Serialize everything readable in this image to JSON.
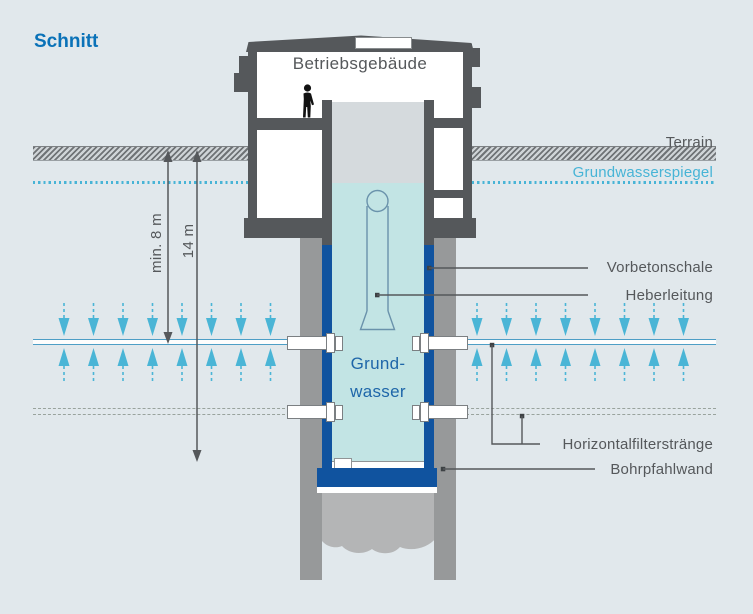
{
  "title": "Schnitt",
  "building": {
    "label": "Betriebsgebäude"
  },
  "water_labels": {
    "line1": "Grund-",
    "line2": "wasser"
  },
  "ground_labels": {
    "terrain": "Terrain",
    "groundwater_table": "Grundwasserspiegel"
  },
  "component_labels": {
    "vorbetonschale": "Vorbetonschale",
    "heberleitung": "Heberleitung",
    "horizontalfilterstraenge": "Horizontalfilterstränge",
    "bohrpfahlwand": "Bohrpfahlwand"
  },
  "dimensions": {
    "groundwater_depth": "min. 8 m",
    "shaft_depth": "14 m"
  },
  "icons": {
    "person": "person-silhouette-icon",
    "skylight": "skylight-icon",
    "flow_arrow": "water-flow-arrow-icon"
  },
  "colors": {
    "accent_blue": "#0a72b8",
    "cyan": "#47b4d6",
    "label_blue": "#1e66a9",
    "lining_blue": "#10539f",
    "water": "#c2e4e4",
    "dark": "#55585b",
    "pile": "#97999a",
    "background": "#e1e8ec",
    "plug": "#b4b5b6",
    "filter_line": "#4d9ec6"
  }
}
